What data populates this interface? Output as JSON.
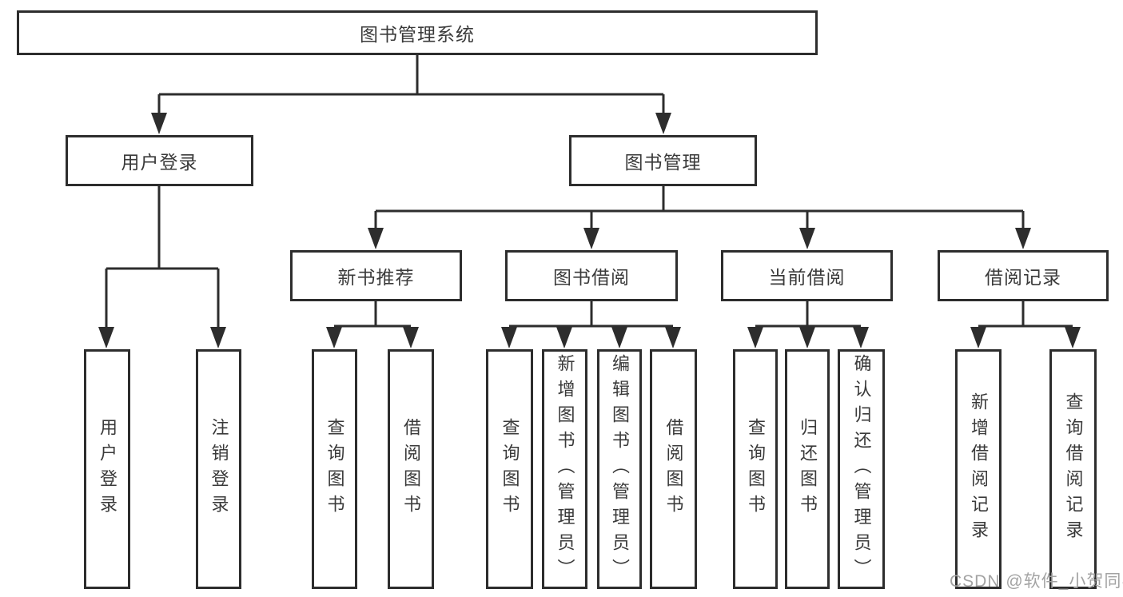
{
  "colors": {
    "line": "#2d2d2d",
    "border": "#2d2d2d",
    "text": "#3a3a3a",
    "background": "#ffffff",
    "watermark": "#a3a3a3"
  },
  "root": {
    "label": "图书管理系统"
  },
  "login": {
    "label": "用户登录",
    "children": [
      {
        "label": "用户登录"
      },
      {
        "label": "注销登录"
      }
    ]
  },
  "mgmt": {
    "label": "图书管理",
    "groups": [
      {
        "label": "新书推荐",
        "children": [
          {
            "label": "查询图书"
          },
          {
            "label": "借阅图书"
          }
        ]
      },
      {
        "label": "图书借阅",
        "children": [
          {
            "label": "查询图书"
          },
          {
            "label": "新增图书（管理员）"
          },
          {
            "label": "编辑图书（管理员）"
          },
          {
            "label": "借阅图书"
          }
        ]
      },
      {
        "label": "当前借阅",
        "children": [
          {
            "label": "查询图书"
          },
          {
            "label": "归还图书"
          },
          {
            "label": "确认归还（管理员）"
          }
        ]
      },
      {
        "label": "借阅记录",
        "children": [
          {
            "label": "新增借阅记录"
          },
          {
            "label": "查询借阅记录"
          }
        ]
      }
    ]
  },
  "watermark": "CSDN @软件_小贺同学"
}
